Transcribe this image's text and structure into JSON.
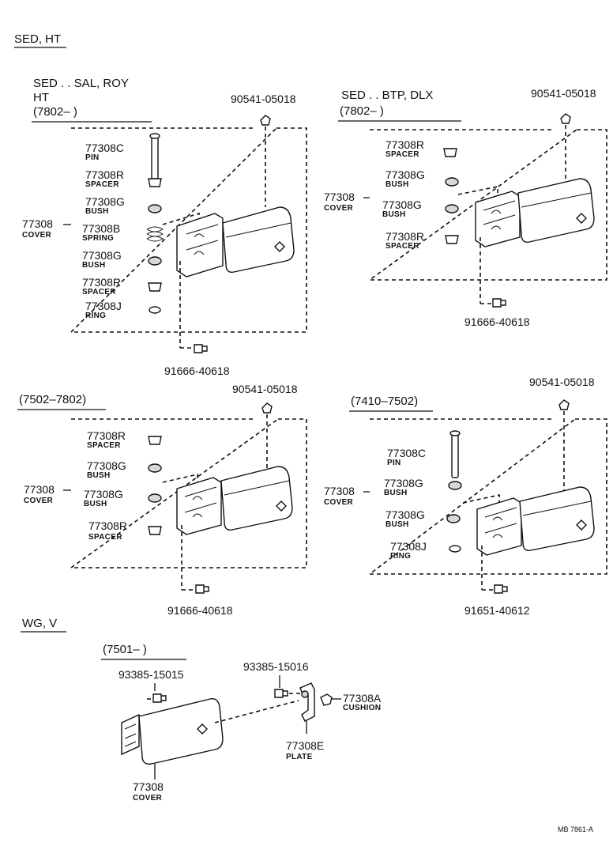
{
  "page": {
    "main_heading": "SED, HT",
    "wg_heading": "WG, V",
    "doc_code": "MB 7861-A"
  },
  "panel1": {
    "title_line1": "SED . . SAL, ROY",
    "title_line2": "HT",
    "date_range": "(7802–        )",
    "top_part": "90541-05018",
    "bottom_part": "91666-40618",
    "cover": {
      "number": "77308",
      "name": "COVER"
    },
    "parts": [
      {
        "number": "77308C",
        "name": "PIN"
      },
      {
        "number": "77308R",
        "name": "SPACER"
      },
      {
        "number": "77308G",
        "name": "BUSH"
      },
      {
        "number": "77308B",
        "name": "SPRING"
      },
      {
        "number": "77308G",
        "name": "BUSH"
      },
      {
        "number": "77308R",
        "name": "SPACER"
      },
      {
        "number": "77308J",
        "name": "RING"
      }
    ]
  },
  "panel2": {
    "title_line1": "SED . . BTP, DLX",
    "date_range": "(7802–        )",
    "top_part": "90541-05018",
    "bottom_part": "91666-40618",
    "cover": {
      "number": "77308",
      "name": "COVER"
    },
    "parts": [
      {
        "number": "77308R",
        "name": "SPACER"
      },
      {
        "number": "77308G",
        "name": "BUSH"
      },
      {
        "number": "77308G",
        "name": "BUSH"
      },
      {
        "number": "77308R",
        "name": "SPACER"
      }
    ]
  },
  "panel3": {
    "date_range": "(7502–7802)",
    "top_part": "90541-05018",
    "bottom_part": "91666-40618",
    "cover": {
      "number": "77308",
      "name": "COVER"
    },
    "parts": [
      {
        "number": "77308R",
        "name": "SPACER"
      },
      {
        "number": "77308G",
        "name": "BUSH"
      },
      {
        "number": "77308G",
        "name": "BUSH"
      },
      {
        "number": "77308R",
        "name": "SPACER"
      }
    ]
  },
  "panel4": {
    "date_range": "(7410–7502)",
    "top_part": "90541-05018",
    "bottom_part": "91651-40612",
    "cover": {
      "number": "77308",
      "name": "COVER"
    },
    "parts": [
      {
        "number": "77308C",
        "name": "PIN"
      },
      {
        "number": "77308G",
        "name": "BUSH"
      },
      {
        "number": "77308G",
        "name": "BUSH"
      },
      {
        "number": "77308J",
        "name": "RING"
      }
    ]
  },
  "panel5": {
    "date_range": "(7501–        )",
    "screw_left": "93385-15015",
    "screw_right": "93385-15016",
    "cushion": {
      "number": "77308A",
      "name": "CUSHION"
    },
    "plate": {
      "number": "77308E",
      "name": "PLATE"
    },
    "cover": {
      "number": "77308",
      "name": "COVER"
    }
  }
}
